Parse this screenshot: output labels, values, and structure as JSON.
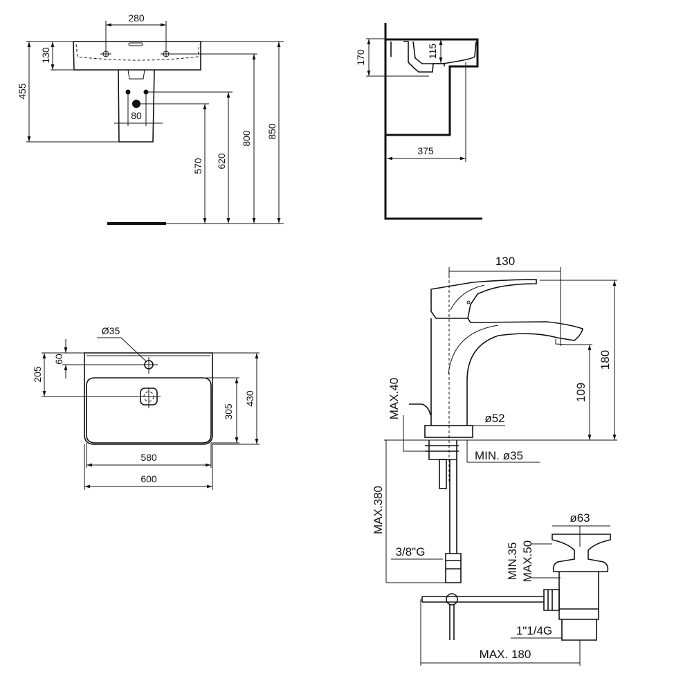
{
  "front_view": {
    "dims": {
      "tap_spacing": "280",
      "basin_height": "130",
      "pedestal_height": "455",
      "supply_spacing": "80",
      "waste_height": "570",
      "supply_height": "620",
      "tap_height": "800",
      "rim_height": "850"
    }
  },
  "side_view": {
    "dims": {
      "total_depth": "170",
      "bowl_depth": "115",
      "projection": "375"
    }
  },
  "plan_view": {
    "dims": {
      "tap_hole_diameter": "Ø35",
      "tap_hole_offset": "60",
      "drain_offset": "205",
      "bowl_depth": "305",
      "overall_depth": "430",
      "inner_width": "580",
      "overall_width": "600"
    }
  },
  "faucet_view": {
    "dims": {
      "spout_reach": "130",
      "overall_height": "180",
      "spout_height": "109",
      "deck_thickness": "MAX.40",
      "base_diameter": "ø52",
      "hole_diameter": "MIN. ø35",
      "hose_length": "MAX.380",
      "hose_thread": "3/8\"G",
      "waste_diameter": "ø63",
      "waste_min": "MIN.35",
      "waste_max": "MAX.50",
      "waste_thread": "1\"1/4G",
      "rod_length": "MAX. 180"
    }
  }
}
